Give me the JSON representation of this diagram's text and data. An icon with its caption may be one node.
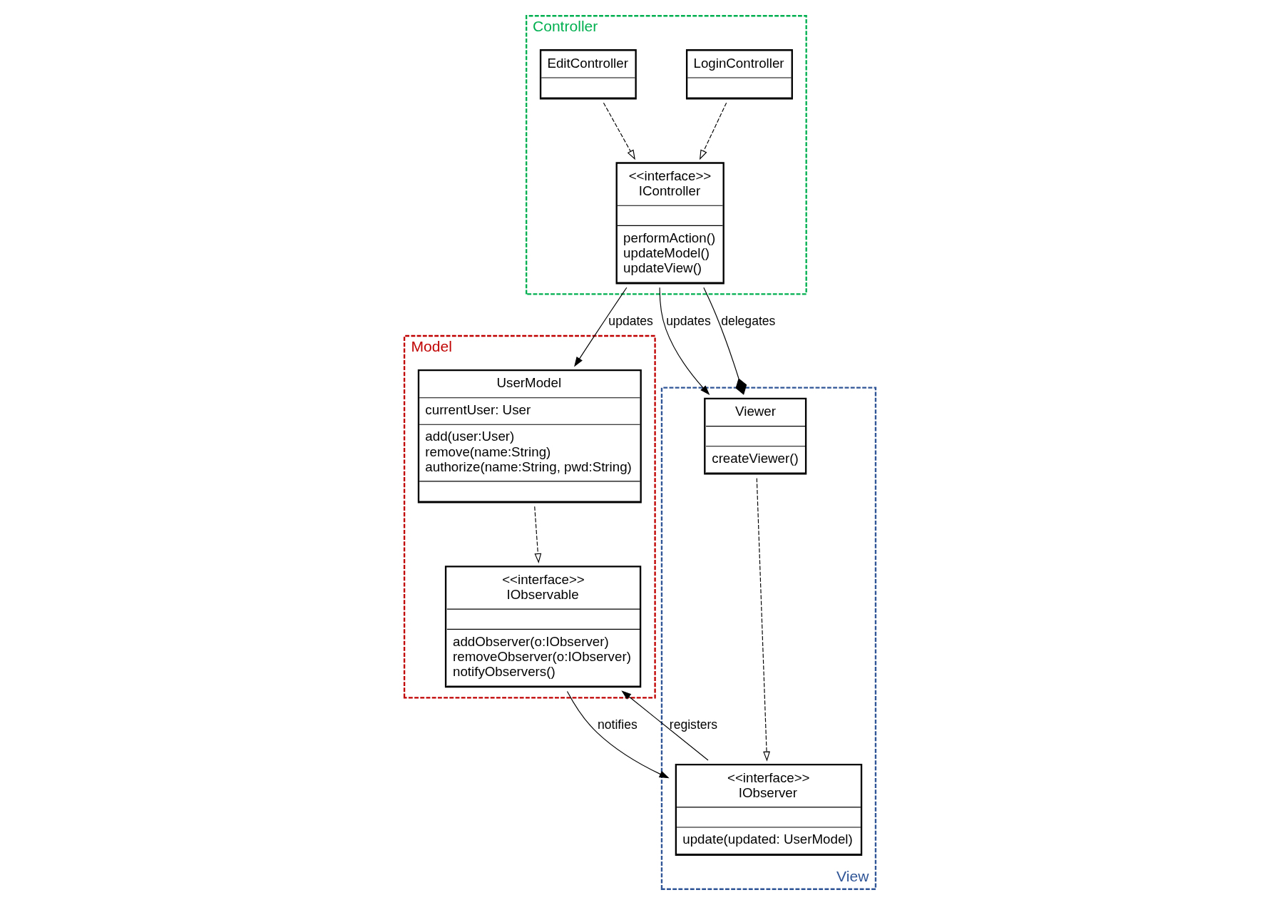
{
  "diagram": {
    "nodes": [
      {
        "text": [
          "Model"
        ]
      },
      {
        "text": [
          "UserModel",
          "currentUser: User",
          "add(user:User)",
          "remove(name:String)",
          "authorize(name:String, pwd:String)"
        ],
        "in": 0
      },
      {
        "text": [
          "<<interface>>",
          "IObservable",
          "addObserver(o:IObserver)",
          "removeObserver(o:IObserver)",
          "notifyObservers()"
        ],
        "in": 0
      },
      {
        "text": [
          "Controller"
        ]
      },
      {
        "text": [
          "<<interface>>",
          "IController",
          "performAction()",
          "updateModel()",
          "updateView()"
        ],
        "in": 3
      },
      {
        "text": [
          "LoginController"
        ],
        "in": 3
      },
      {
        "text": [
          "EditController"
        ],
        "in": 3
      },
      {
        "text": [
          "View"
        ]
      },
      {
        "text": [
          "<<interface>>",
          "IObserver",
          "update(updated: UserModel)"
        ],
        "in": 7
      },
      {
        "text": [
          "Viewer",
          "createViewer()"
        ],
        "in": 7
      }
    ],
    "edges": [
      {
        "from": 1,
        "to": 2,
        "arrow": "to",
        "style": "dashed"
      },
      {
        "from": 4,
        "to": 1,
        "arrow": "to",
        "label": "updates"
      },
      {
        "from": 2,
        "to": 8,
        "arrow": "to",
        "label": "notifies"
      },
      {
        "from": 8,
        "to": 2,
        "arrow": "to",
        "label": "registers"
      },
      {
        "from": 9,
        "to": 8,
        "arrow": "to",
        "style": "dashed"
      },
      {
        "from": 4,
        "to": 9,
        "arrow": "to",
        "label": "updates"
      },
      {
        "from": 4,
        "to": 9,
        "arrow": "other",
        "label": "delegates"
      },
      {
        "from": 5,
        "to": 4,
        "arrow": "to",
        "style": "dashed"
      },
      {
        "from": 6,
        "to": 4,
        "arrow": "to",
        "style": "dashed"
      }
    ]
  }
}
